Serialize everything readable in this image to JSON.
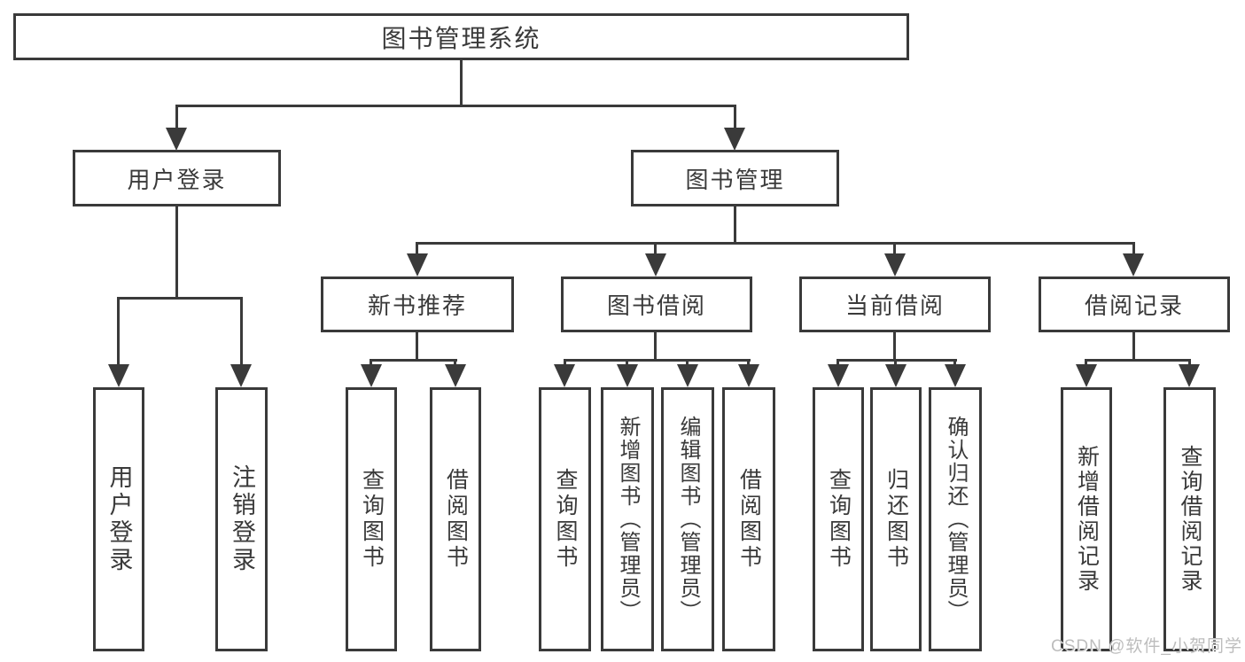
{
  "colors": {
    "line": "#3a3a3a",
    "text": "#3a3a3a",
    "background": "#ffffff",
    "watermark": "#bdbdbd"
  },
  "diagram": {
    "root": {
      "label": "图书管理系统"
    },
    "level2": [
      {
        "label": "用户登录"
      },
      {
        "label": "图书管理"
      }
    ],
    "level3": [
      {
        "label": "新书推荐"
      },
      {
        "label": "图书借阅"
      },
      {
        "label": "当前借阅"
      },
      {
        "label": "借阅记录"
      }
    ],
    "leaves": {
      "user_login": [
        {
          "label": "用户登录"
        },
        {
          "label": "注销登录"
        }
      ],
      "new_book_recommend": [
        {
          "label": "查询图书"
        },
        {
          "label": "借阅图书"
        }
      ],
      "book_borrow": [
        {
          "label": "查询图书"
        },
        {
          "label": "新增图书（管理员）"
        },
        {
          "label": "编辑图书（管理员）"
        },
        {
          "label": "借阅图书"
        }
      ],
      "current_borrow": [
        {
          "label": "查询图书"
        },
        {
          "label": "归还图书"
        },
        {
          "label": "确认归还（管理员）"
        }
      ],
      "borrow_record": [
        {
          "label": "新增借阅记录"
        },
        {
          "label": "查询借阅记录"
        }
      ]
    }
  },
  "watermark": {
    "text": "CSDN @软件_小贺同学"
  }
}
